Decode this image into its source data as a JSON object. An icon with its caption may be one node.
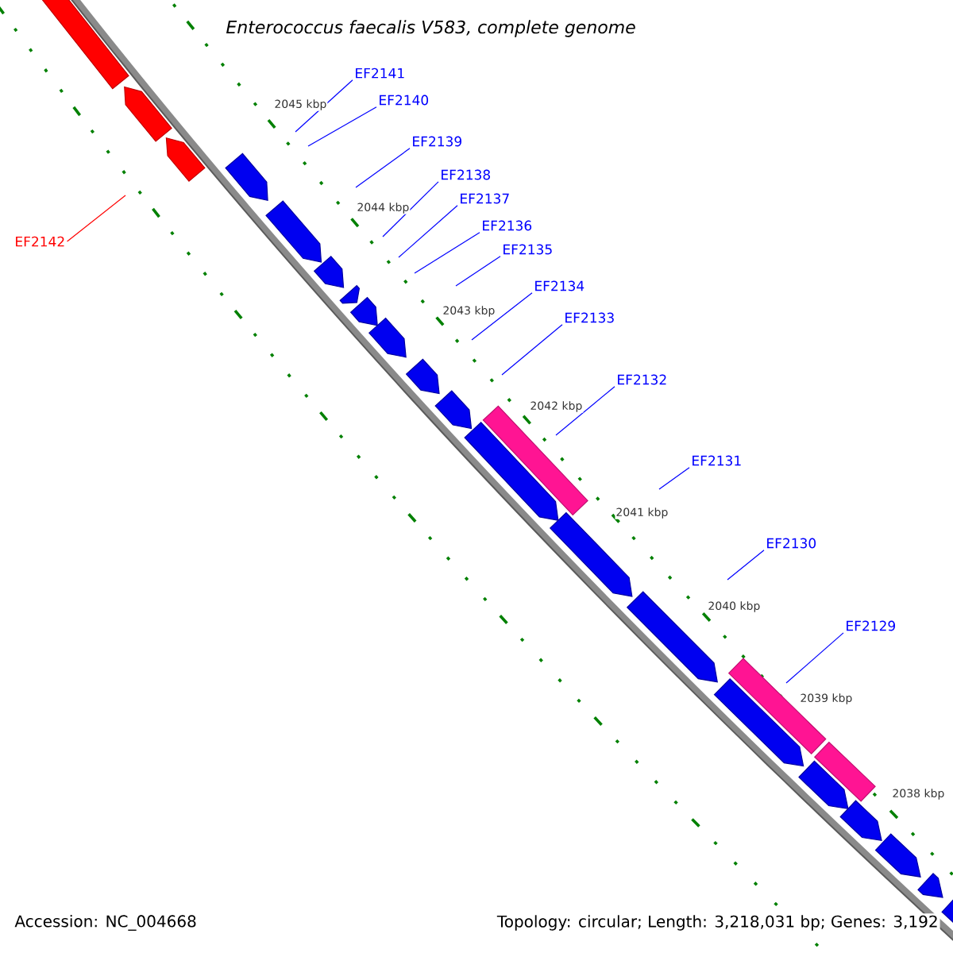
{
  "diagram": {
    "title": "Enterococcus faecalis V583, complete genome",
    "nodes": [
      {
        "text": [
          "EF2141"
        ]
      },
      {
        "text": [
          "EF2140"
        ]
      },
      {
        "text": [
          "EF2139"
        ]
      },
      {
        "text": [
          "EF2138"
        ]
      },
      {
        "text": [
          "EF2137"
        ]
      },
      {
        "text": [
          "EF2136"
        ]
      },
      {
        "text": [
          "EF2142"
        ]
      },
      {
        "text": [
          "EF2135"
        ]
      },
      {
        "text": [
          "EF2134"
        ]
      },
      {
        "text": [
          "EF2133"
        ]
      },
      {
        "text": [
          "EF2132"
        ]
      },
      {
        "text": [
          "EF2131"
        ]
      },
      {
        "text": [
          "EF2130"
        ]
      },
      {
        "text": [
          "EF2129"
        ]
      }
    ],
    "edges": [
      {
        "from": 0,
        "to": null,
        "arrow": "none"
      },
      {
        "from": 1,
        "to": null,
        "arrow": "none"
      },
      {
        "from": 2,
        "to": null,
        "arrow": "none"
      },
      {
        "from": 3,
        "to": null,
        "arrow": "none"
      },
      {
        "from": 4,
        "to": null,
        "arrow": "none"
      },
      {
        "from": 5,
        "to": null,
        "arrow": "none"
      },
      {
        "from": 6,
        "to": null,
        "arrow": "none",
        "color": "#ff0000"
      },
      {
        "from": 7,
        "to": null,
        "arrow": "none"
      },
      {
        "from": 8,
        "to": null,
        "arrow": "none"
      },
      {
        "from": 9,
        "to": null,
        "arrow": "none"
      },
      {
        "from": 10,
        "to": null,
        "arrow": "none"
      },
      {
        "from": 11,
        "to": null,
        "arrow": "none"
      },
      {
        "from": 12,
        "to": null,
        "arrow": "none"
      },
      {
        "from": 13,
        "to": null,
        "arrow": "none"
      }
    ],
    "labels": [
      "2045 kbp",
      "2044 kbp",
      "2043 kbp",
      "2042 kbp",
      "2041 kbp",
      "2040 kbp",
      "2039 kbp",
      "2038 kbp",
      "Accession: NC_004668",
      "Topology: circular; Length: 3,218,031 bp; Genes: 3,192"
    ]
  }
}
